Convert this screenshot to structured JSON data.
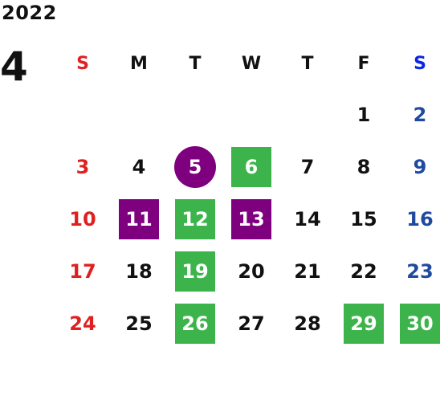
{
  "header": {
    "year": "2022",
    "month": "4"
  },
  "weekdays": [
    "S",
    "M",
    "T",
    "W",
    "T",
    "F",
    "S"
  ],
  "weeks": [
    [
      {
        "text": "",
        "style": "sun"
      },
      {
        "text": "",
        "style": "normal"
      },
      {
        "text": "",
        "style": "normal"
      },
      {
        "text": "",
        "style": "normal"
      },
      {
        "text": "",
        "style": "normal"
      },
      {
        "text": "1",
        "style": "normal"
      },
      {
        "text": "2",
        "style": "sat"
      }
    ],
    [
      {
        "text": "3",
        "style": "sun"
      },
      {
        "text": "4",
        "style": "normal"
      },
      {
        "text": "5",
        "style": "circle"
      },
      {
        "text": "6",
        "style": "green"
      },
      {
        "text": "7",
        "style": "normal"
      },
      {
        "text": "8",
        "style": "normal"
      },
      {
        "text": "9",
        "style": "sat"
      }
    ],
    [
      {
        "text": "10",
        "style": "sun"
      },
      {
        "text": "11",
        "style": "purple"
      },
      {
        "text": "12",
        "style": "green"
      },
      {
        "text": "13",
        "style": "purple"
      },
      {
        "text": "14",
        "style": "normal"
      },
      {
        "text": "15",
        "style": "normal"
      },
      {
        "text": "16",
        "style": "sat"
      }
    ],
    [
      {
        "text": "17",
        "style": "sun"
      },
      {
        "text": "18",
        "style": "normal"
      },
      {
        "text": "19",
        "style": "green"
      },
      {
        "text": "20",
        "style": "normal"
      },
      {
        "text": "21",
        "style": "normal"
      },
      {
        "text": "22",
        "style": "normal"
      },
      {
        "text": "23",
        "style": "sat"
      }
    ],
    [
      {
        "text": "24",
        "style": "sun"
      },
      {
        "text": "25",
        "style": "normal"
      },
      {
        "text": "26",
        "style": "green"
      },
      {
        "text": "27",
        "style": "normal"
      },
      {
        "text": "28",
        "style": "normal"
      },
      {
        "text": "29",
        "style": "green"
      },
      {
        "text": "30",
        "style": "green"
      }
    ]
  ],
  "colors": {
    "sunday_text": "#e02020",
    "saturday_text": "#1f4aa0",
    "saturday_header": "#0b27e6",
    "green_highlight": "#3cb44b",
    "purple_highlight": "#7f007f",
    "normal_text": "#111111"
  }
}
